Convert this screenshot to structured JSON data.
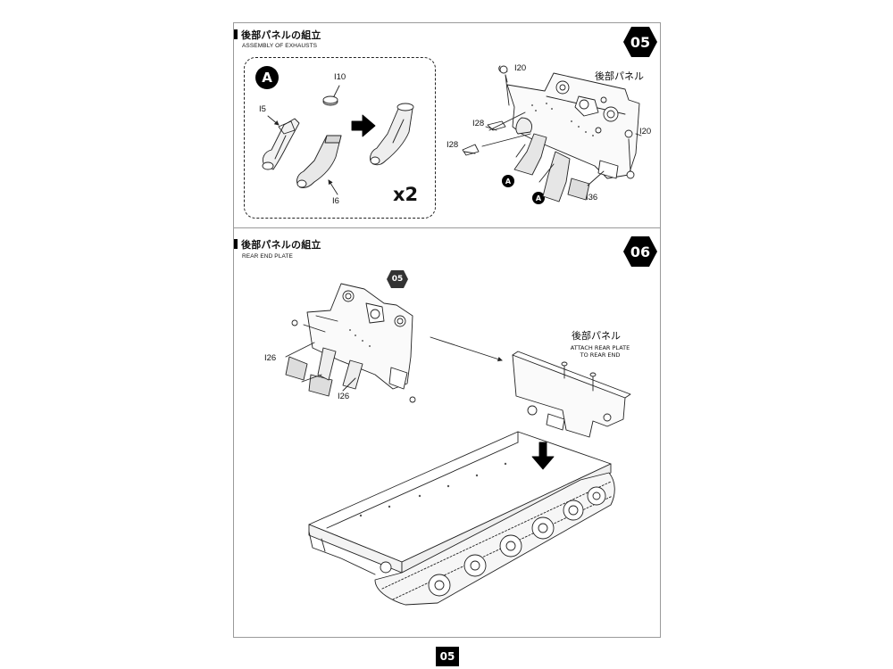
{
  "step05": {
    "badge": "05",
    "title_jp": "後部パネルの組立",
    "title_en": "ASSEMBLY OF EXHAUSTS",
    "sub_callout": "A",
    "parts": {
      "i10": "I10",
      "i5": "I5",
      "i6": "I6",
      "i20a": "I20",
      "i20b": "I20",
      "i28a": "I28",
      "i28b": "I28",
      "i36": "I36"
    },
    "multiplier": "x2",
    "panel_label_jp": "後部パネル",
    "callout_a1": "A",
    "callout_a2": "A"
  },
  "step06": {
    "badge": "06",
    "title_jp": "後部パネルの組立",
    "title_en": "REAR END PLATE",
    "ref_badge": "05",
    "parts": {
      "i26a": "I26",
      "i26b": "I26"
    },
    "panel_label_jp": "後部パネル",
    "attach_note_line1": "ATTACH REAR PLATE",
    "attach_note_line2": "TO REAR END"
  },
  "footer": {
    "page_number": "05"
  }
}
